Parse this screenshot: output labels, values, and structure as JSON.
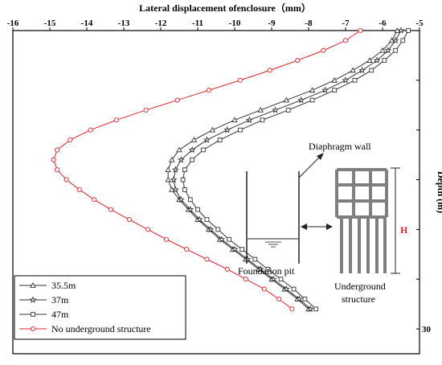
{
  "chart_data": {
    "type": "line",
    "title": "Lateral displacement ofenclosure（mm）",
    "xlabel": "Lateral displacement ofenclosure（mm）",
    "ylabel": "Depth (m)",
    "x_axis_position": "top",
    "y_axis_position": "right",
    "y_inverted": true,
    "xlim": [
      -16,
      -5
    ],
    "ylim": [
      0,
      32.5
    ],
    "x_ticks": [
      -16,
      -15,
      -14,
      -13,
      -12,
      -11,
      -10,
      -9,
      -8,
      -7,
      -6,
      -5
    ],
    "y_ticks_shown": [
      30
    ],
    "y_ticks_marked": [
      0,
      5,
      10,
      15,
      20,
      25,
      30
    ],
    "grid": false,
    "legend_position": "bottom-left",
    "series": [
      {
        "name": "35.5m",
        "marker": "triangle",
        "color": "#333333",
        "x": [
          -5.6,
          -5.75,
          -6.0,
          -6.35,
          -6.8,
          -7.3,
          -7.9,
          -8.6,
          -9.3,
          -10.0,
          -10.6,
          -11.1,
          -11.5,
          -11.7,
          -11.8,
          -11.8,
          -11.7,
          -11.5,
          -11.25,
          -11.0,
          -10.7,
          -10.4,
          -10.05,
          -9.7,
          -9.35,
          -9.0,
          -8.65,
          -8.3,
          -8.0
        ],
        "y": [
          0,
          1,
          2,
          3,
          4,
          5,
          6,
          7,
          8,
          9,
          10,
          11,
          12,
          13,
          14,
          15,
          16,
          17,
          18,
          19,
          20,
          21,
          22,
          23,
          24,
          25,
          26,
          27,
          28
        ]
      },
      {
        "name": "37m",
        "marker": "star",
        "color": "#333333",
        "x": [
          -5.5,
          -5.65,
          -5.85,
          -6.15,
          -6.55,
          -7.0,
          -7.55,
          -8.2,
          -8.9,
          -9.6,
          -10.2,
          -10.75,
          -11.15,
          -11.45,
          -11.6,
          -11.65,
          -11.6,
          -11.45,
          -11.2,
          -10.95,
          -10.65,
          -10.35,
          -10.0,
          -9.65,
          -9.3,
          -8.95,
          -8.6,
          -8.25,
          -7.95
        ],
        "y": [
          0,
          1,
          2,
          3,
          4,
          5,
          6,
          7,
          8,
          9,
          10,
          11,
          12,
          13,
          14,
          15,
          16,
          17,
          18,
          19,
          20,
          21,
          22,
          23,
          24,
          25,
          26,
          27,
          28
        ]
      },
      {
        "name": "47m",
        "marker": "square",
        "color": "#333333",
        "x": [
          -5.3,
          -5.45,
          -5.65,
          -5.95,
          -6.3,
          -6.75,
          -7.3,
          -7.9,
          -8.55,
          -9.25,
          -9.85,
          -10.4,
          -10.85,
          -11.15,
          -11.35,
          -11.4,
          -11.35,
          -11.2,
          -11.0,
          -10.75,
          -10.45,
          -10.15,
          -9.8,
          -9.45,
          -9.1,
          -8.75,
          -8.4,
          -8.1,
          -7.8
        ],
        "y": [
          0,
          1,
          2,
          3,
          4,
          5,
          6,
          7,
          8,
          9,
          10,
          11,
          12,
          13,
          14,
          15,
          16,
          17,
          18,
          19,
          20,
          21,
          22,
          23,
          24,
          25,
          26,
          27,
          28
        ]
      },
      {
        "name": "No underground structure",
        "marker": "circle",
        "color": "#e8202a",
        "x": [
          -6.6,
          -7.0,
          -7.6,
          -8.3,
          -9.05,
          -9.85,
          -10.7,
          -11.55,
          -12.4,
          -13.2,
          -13.9,
          -14.45,
          -14.8,
          -14.9,
          -14.8,
          -14.55,
          -14.2,
          -13.8,
          -13.35,
          -12.85,
          -12.35,
          -11.85,
          -11.3,
          -10.75,
          -10.2,
          -9.7,
          -9.2,
          -8.8,
          -8.45
        ],
        "y": [
          0,
          1,
          2,
          3,
          4,
          5,
          6,
          7,
          8,
          9,
          10,
          11,
          12,
          13,
          14,
          15,
          16,
          17,
          18,
          19,
          20,
          21,
          22,
          23,
          24,
          25,
          26,
          27,
          28
        ]
      }
    ],
    "inset": {
      "wall_label": "Diaphragm wall",
      "pit_label": "Foundation pit",
      "structure_label_1": "Underground",
      "structure_label_2": "structure",
      "h_label": "H",
      "h_color": "#e8202a"
    }
  }
}
